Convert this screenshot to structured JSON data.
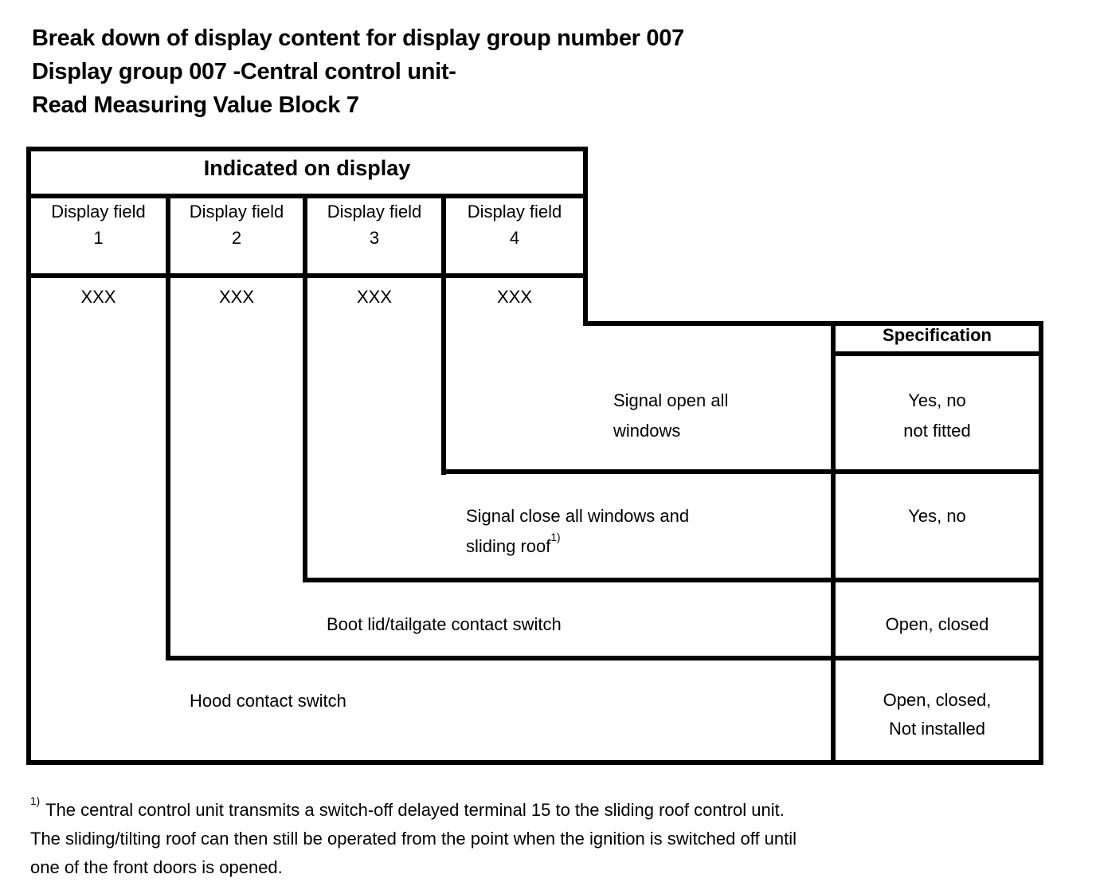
{
  "colors": {
    "ink": "#000000",
    "paper": "#ffffff"
  },
  "titles": [
    "Break down of display content for display group number 007",
    "Display group 007 -Central control unit-",
    "Read Measuring Value Block 7"
  ],
  "table": {
    "indicated_on_display": "Indicated on display",
    "specification_header": "Specification",
    "display_fields": [
      {
        "label": "Display field",
        "number": "1",
        "value": "XXX"
      },
      {
        "label": "Display field",
        "number": "2",
        "value": "XXX"
      },
      {
        "label": "Display field",
        "number": "3",
        "value": "XXX"
      },
      {
        "label": "Display field",
        "number": "4",
        "value": "XXX"
      }
    ],
    "rows": [
      {
        "description_lines": [
          "Signal open all",
          "windows"
        ],
        "specification_lines": [
          "Yes, no",
          "not fitted"
        ]
      },
      {
        "description_lines": [
          "Signal close all windows and",
          "sliding roof"
        ],
        "footnote_marker": "1)",
        "specification_lines": [
          "Yes, no"
        ]
      },
      {
        "description_lines": [
          "Boot lid/tailgate contact switch"
        ],
        "specification_lines": [
          "Open, closed"
        ]
      },
      {
        "description_lines": [
          "Hood contact switch"
        ],
        "specification_lines": [
          "Open, closed,",
          "Not installed"
        ]
      }
    ]
  },
  "footnote": {
    "marker": "1)",
    "lines": [
      "The central control unit transmits a switch-off delayed terminal 15 to the sliding roof control unit.",
      "The sliding/tilting roof can then still be operated from the point when the ignition is switched off until",
      "one of the front doors is opened."
    ]
  }
}
